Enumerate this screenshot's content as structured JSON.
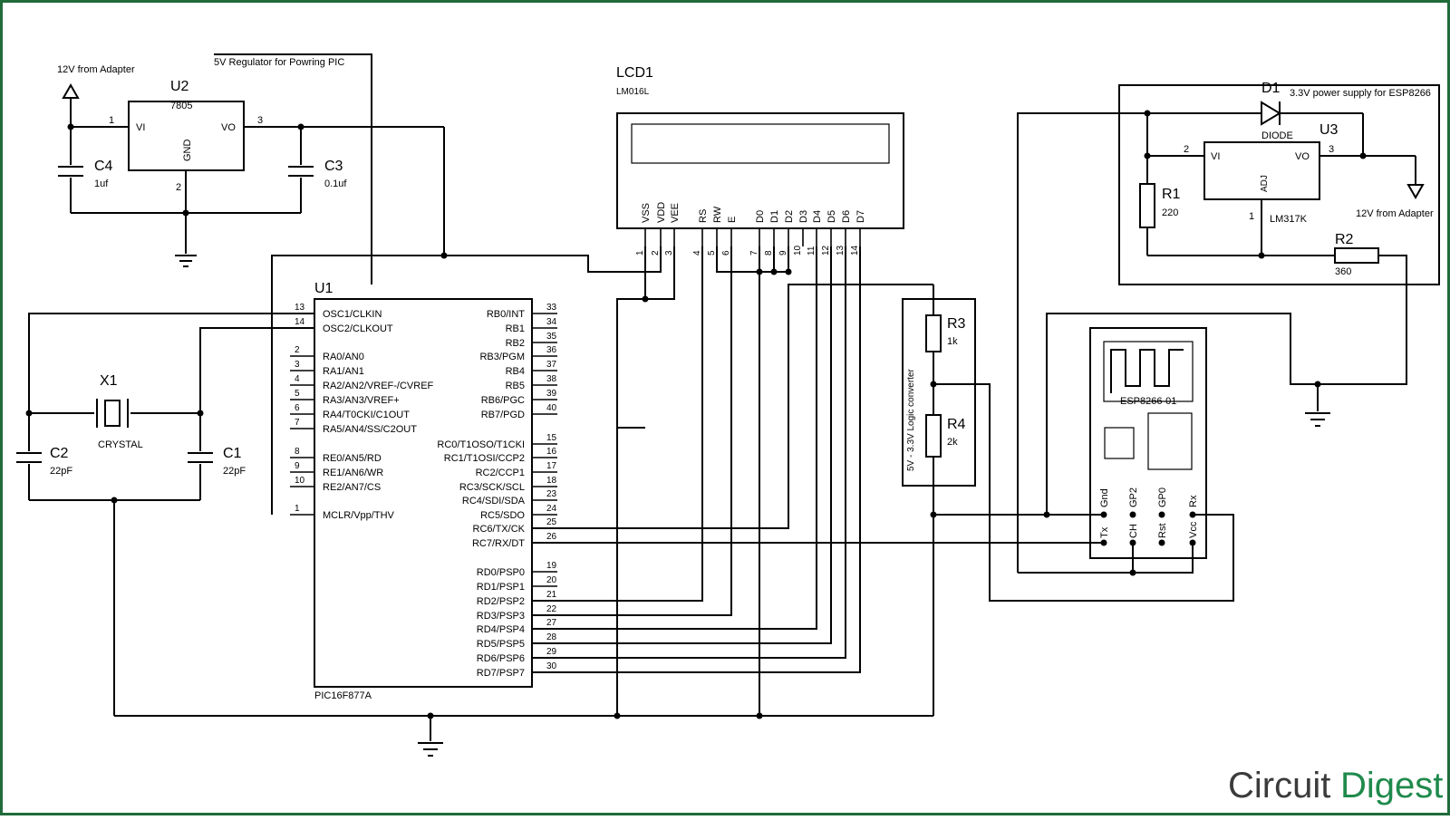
{
  "colors": {
    "wire": "#000000",
    "border": "#1f6b3a",
    "logo_circuit": "#3b3b3b",
    "logo_digest": "#1f8a4c"
  },
  "regulator": {
    "note": "5V Regulator for Powring PIC",
    "input_label": "12V from Adapter",
    "ref": "U2",
    "part": "7805",
    "pin_vi": "VI",
    "pin_vo": "VO",
    "pin_gnd": "GND",
    "pin1": "1",
    "pin2": "2",
    "pin3": "3",
    "c4_ref": "C4",
    "c4_val": "1uf",
    "c3_ref": "C3",
    "c3_val": "0.1uf"
  },
  "lcd": {
    "ref": "LCD1",
    "part": "LM016L",
    "pins": [
      {
        "name": "VSS",
        "num": "1"
      },
      {
        "name": "VDD",
        "num": "2"
      },
      {
        "name": "VEE",
        "num": "3"
      },
      {
        "name": "RS",
        "num": "4"
      },
      {
        "name": "RW",
        "num": "5"
      },
      {
        "name": "E",
        "num": "6"
      },
      {
        "name": "D0",
        "num": "7"
      },
      {
        "name": "D1",
        "num": "8"
      },
      {
        "name": "D2",
        "num": "9"
      },
      {
        "name": "D3",
        "num": "10"
      },
      {
        "name": "D4",
        "num": "11"
      },
      {
        "name": "D5",
        "num": "12"
      },
      {
        "name": "D6",
        "num": "13"
      },
      {
        "name": "D7",
        "num": "14"
      }
    ]
  },
  "mcu": {
    "ref": "U1",
    "part": "PIC16F877A",
    "left_pins": [
      {
        "num": "13",
        "name": "OSC1/CLKIN"
      },
      {
        "num": "14",
        "name": "OSC2/CLKOUT"
      },
      {
        "num": "2",
        "name": "RA0/AN0"
      },
      {
        "num": "3",
        "name": "RA1/AN1"
      },
      {
        "num": "4",
        "name": "RA2/AN2/VREF-/CVREF"
      },
      {
        "num": "5",
        "name": "RA3/AN3/VREF+"
      },
      {
        "num": "6",
        "name": "RA4/T0CKI/C1OUT"
      },
      {
        "num": "7",
        "name": "RA5/AN4/SS/C2OUT"
      },
      {
        "num": "8",
        "name": "RE0/AN5/RD"
      },
      {
        "num": "9",
        "name": "RE1/AN6/WR"
      },
      {
        "num": "10",
        "name": "RE2/AN7/CS"
      },
      {
        "num": "1",
        "name": "MCLR/Vpp/THV"
      }
    ],
    "right_pins": [
      {
        "num": "33",
        "name": "RB0/INT"
      },
      {
        "num": "34",
        "name": "RB1"
      },
      {
        "num": "35",
        "name": "RB2"
      },
      {
        "num": "36",
        "name": "RB3/PGM"
      },
      {
        "num": "37",
        "name": "RB4"
      },
      {
        "num": "38",
        "name": "RB5"
      },
      {
        "num": "39",
        "name": "RB6/PGC"
      },
      {
        "num": "40",
        "name": "RB7/PGD"
      },
      {
        "num": "15",
        "name": "RC0/T1OSO/T1CKI"
      },
      {
        "num": "16",
        "name": "RC1/T1OSI/CCP2"
      },
      {
        "num": "17",
        "name": "RC2/CCP1"
      },
      {
        "num": "18",
        "name": "RC3/SCK/SCL"
      },
      {
        "num": "23",
        "name": "RC4/SDI/SDA"
      },
      {
        "num": "24",
        "name": "RC5/SDO"
      },
      {
        "num": "25",
        "name": "RC6/TX/CK"
      },
      {
        "num": "26",
        "name": "RC7/RX/DT"
      },
      {
        "num": "19",
        "name": "RD0/PSP0"
      },
      {
        "num": "20",
        "name": "RD1/PSP1"
      },
      {
        "num": "21",
        "name": "RD2/PSP2"
      },
      {
        "num": "22",
        "name": "RD3/PSP3"
      },
      {
        "num": "27",
        "name": "RD4/PSP4"
      },
      {
        "num": "28",
        "name": "RD5/PSP5"
      },
      {
        "num": "29",
        "name": "RD6/PSP6"
      },
      {
        "num": "30",
        "name": "RD7/PSP7"
      }
    ]
  },
  "crystal": {
    "x1_ref": "X1",
    "x1_val": "CRYSTAL",
    "c2_ref": "C2",
    "c2_val": "22pF",
    "c1_ref": "C1",
    "c1_val": "22pF"
  },
  "converter": {
    "label": "5V - 3.3V Logic converter",
    "r3_ref": "R3",
    "r3_val": "1k",
    "r4_ref": "R4",
    "r4_val": "2k"
  },
  "esp": {
    "label": "ESP8266-01",
    "top_pins": [
      "Gnd",
      "GP2",
      "GP0",
      "Rx"
    ],
    "bottom_pins": [
      "Tx",
      "CH",
      "Rst",
      "Vcc"
    ]
  },
  "supply33": {
    "note": "3.3V power supply for ESP8266",
    "d1_ref": "D1",
    "d1_val": "DIODE",
    "u3_ref": "U3",
    "u3_part": "LM317K",
    "pin_vi": "VI",
    "pin_vo": "VO",
    "pin_adj": "ADJ",
    "pin1": "1",
    "pin2": "2",
    "pin3": "3",
    "r1_ref": "R1",
    "r1_val": "220",
    "r2_ref": "R2",
    "r2_val": "360",
    "input_label": "12V from Adapter"
  },
  "logo": {
    "part1": "Circuit",
    "part2": "Digest"
  }
}
